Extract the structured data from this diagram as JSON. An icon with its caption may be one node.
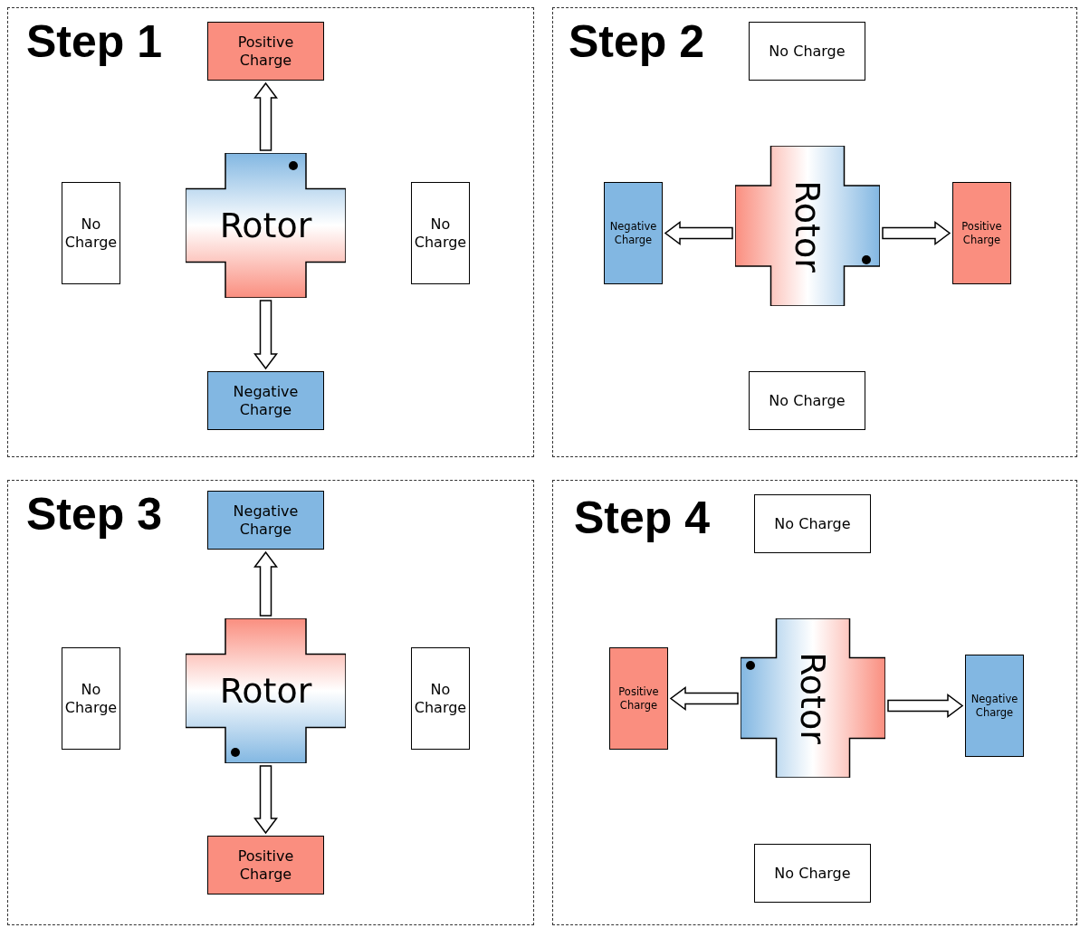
{
  "diagram": {
    "nodes": [
      {
        "text": [
          "Step 1"
        ]
      },
      {
        "text": [
          "Positive Charge"
        ],
        "in": 0
      },
      {
        "text": [
          "No Charge"
        ],
        "in": 0
      },
      {
        "text": [
          "Rotor"
        ],
        "in": 0
      },
      {
        "text": [
          "No Charge"
        ],
        "in": 0
      },
      {
        "text": [
          "Negative Charge"
        ],
        "in": 0
      },
      {
        "text": [
          "Step 2"
        ]
      },
      {
        "text": [
          "No Charge"
        ],
        "in": 6
      },
      {
        "text": [
          "Negative Charge"
        ],
        "in": 6
      },
      {
        "text": [
          "Rotor"
        ],
        "in": 6
      },
      {
        "text": [
          "Positive Charge"
        ],
        "in": 6
      },
      {
        "text": [
          "No Charge"
        ],
        "in": 6
      },
      {
        "text": [
          "Step 3"
        ]
      },
      {
        "text": [
          "Negative Charge"
        ],
        "in": 12
      },
      {
        "text": [
          "No Charge"
        ],
        "in": 12
      },
      {
        "text": [
          "Rotor"
        ],
        "in": 12
      },
      {
        "text": [
          "No Charge"
        ],
        "in": 12
      },
      {
        "text": [
          "Positive Charge"
        ],
        "in": 12
      },
      {
        "text": [
          "Step 4"
        ]
      },
      {
        "text": [
          "No Charge"
        ],
        "in": 18
      },
      {
        "text": [
          "Positive Charge"
        ],
        "in": 18
      },
      {
        "text": [
          "Rotor"
        ],
        "in": 18
      },
      {
        "text": [
          "Negative Charge"
        ],
        "in": 18
      },
      {
        "text": [
          "No Charge"
        ],
        "in": 18
      }
    ],
    "edges": [
      {
        "from": 3,
        "to": 1,
        "arrow": "to"
      },
      {
        "from": 3,
        "to": 5,
        "arrow": "to"
      },
      {
        "from": 9,
        "to": 8,
        "arrow": "to"
      },
      {
        "from": 9,
        "to": 10,
        "arrow": "to"
      },
      {
        "from": 15,
        "to": 13,
        "arrow": "to"
      },
      {
        "from": 15,
        "to": 17,
        "arrow": "to"
      },
      {
        "from": 21,
        "to": 20,
        "arrow": "to"
      },
      {
        "from": 21,
        "to": 22,
        "arrow": "to"
      }
    ]
  }
}
